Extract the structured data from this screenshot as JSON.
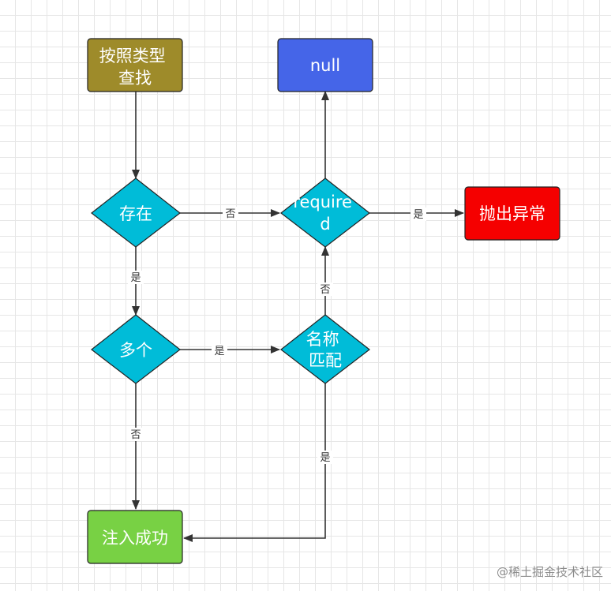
{
  "colors": {
    "search": "#9e8b2a",
    "null_box": "#4565e8",
    "decision": "#00bcd8",
    "throw": "#f50000",
    "success": "#78d144"
  },
  "nodes": {
    "search_by_type": [
      "按照类型",
      "查找"
    ],
    "null_result": [
      "null"
    ],
    "exists": [
      "存在"
    ],
    "required": [
      "require",
      "d"
    ],
    "throw_exception": [
      "抛出异常"
    ],
    "multiple": [
      "多个"
    ],
    "name_match": [
      "名称",
      "匹配"
    ],
    "inject_success": [
      "注入成功"
    ]
  },
  "edges": {
    "exists_no": "否",
    "exists_yes": "是",
    "required_yes": "是",
    "name_match_no": "否",
    "multiple_yes": "是",
    "multiple_no": "否",
    "name_match_yes": "是"
  },
  "watermark": "@稀土掘金技术社区"
}
